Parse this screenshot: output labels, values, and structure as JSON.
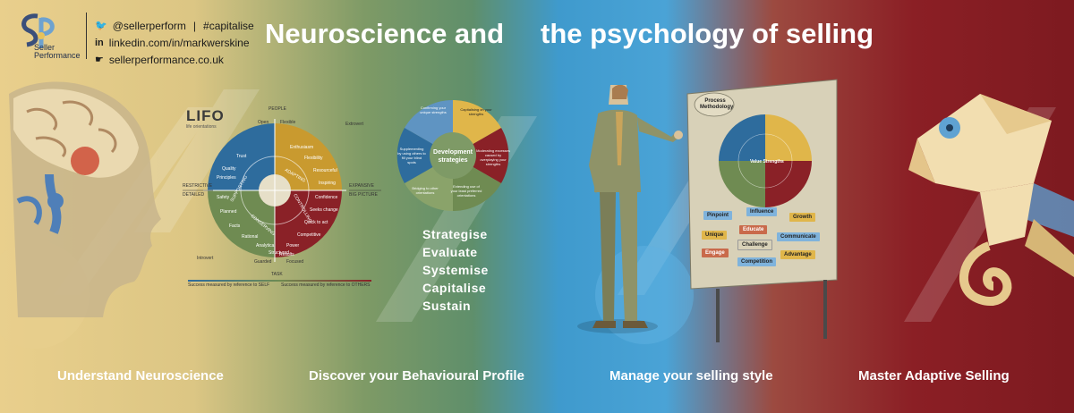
{
  "brand": {
    "logo_initials": "SP",
    "logo_line1": "Seller",
    "logo_line2": "Performance",
    "twitter": "@sellerperform",
    "hashtag": "#capitalise",
    "linkedin": "linkedin.com/in/markwerskine",
    "website": "sellerperformance.co.uk"
  },
  "headline": {
    "part1": "Neuroscience and",
    "part2": "the psychology of selling"
  },
  "lifo": {
    "logo": "LIFO",
    "sub": "life orientations",
    "top_label": "PEOPLE",
    "bottom_label": "TASK",
    "left_top": "RESTRICTIVE",
    "left_bottom": "DETAILED",
    "right_top": "EXPANSIVE",
    "right_bottom": "BIG PICTURE",
    "open": "Open",
    "flexible": "Flexible",
    "extrovert": "Extrovert",
    "introvert": "Introvert",
    "guarded": "Guarded",
    "focused": "Focused",
    "supporting": "SUPPORTING",
    "adapting": "ADAPTING",
    "conserving": "CONSERVING",
    "controlling": "CONTROLLING",
    "words": [
      "Quality",
      "Principles",
      "Trust",
      "Safety",
      "Planned",
      "Facts",
      "Rational",
      "Analytical",
      "Structured",
      "Confidence",
      "Seeks change",
      "Quick to act",
      "Competitive",
      "Power",
      "Results",
      "Inspiring",
      "Resourceful",
      "Flexibility",
      "Enthusiasm"
    ],
    "legend_self": "Success measured by reference to SELF",
    "legend_others": "Success measured by reference to OTHERS"
  },
  "dev_wheel": {
    "center1": "Development",
    "center2": "strategies",
    "segments": [
      "Confirming your unique strengths",
      "Capitalising on your strengths",
      "Moderating excesses caused by overplaying your strengths",
      "Extending use of your least preferred orientations",
      "Bridging to other orientations",
      "Supplementing by using others to fill your blind spots"
    ]
  },
  "verbs": [
    "Strategise",
    "Evaluate",
    "Systemise",
    "Capitalise",
    "Sustain"
  ],
  "board": {
    "process": "Process Methodology",
    "value": "Value Strengths",
    "chips": [
      "Pinpoint",
      "Influence",
      "Growth",
      "Unique",
      "Educate",
      "Communicate",
      "Challenge",
      "Engage",
      "Advantage",
      "Competition"
    ]
  },
  "captions": {
    "c1": "Understand Neuroscience",
    "c2": "Discover your Behavioural Profile",
    "c3": "Manage your selling style",
    "c4": "Master Adaptive Selling"
  },
  "colors": {
    "supporting": "#2e6c9d",
    "adapting": "#c99a2f",
    "conserving": "#6f8b52",
    "controlling": "#8a2127"
  }
}
